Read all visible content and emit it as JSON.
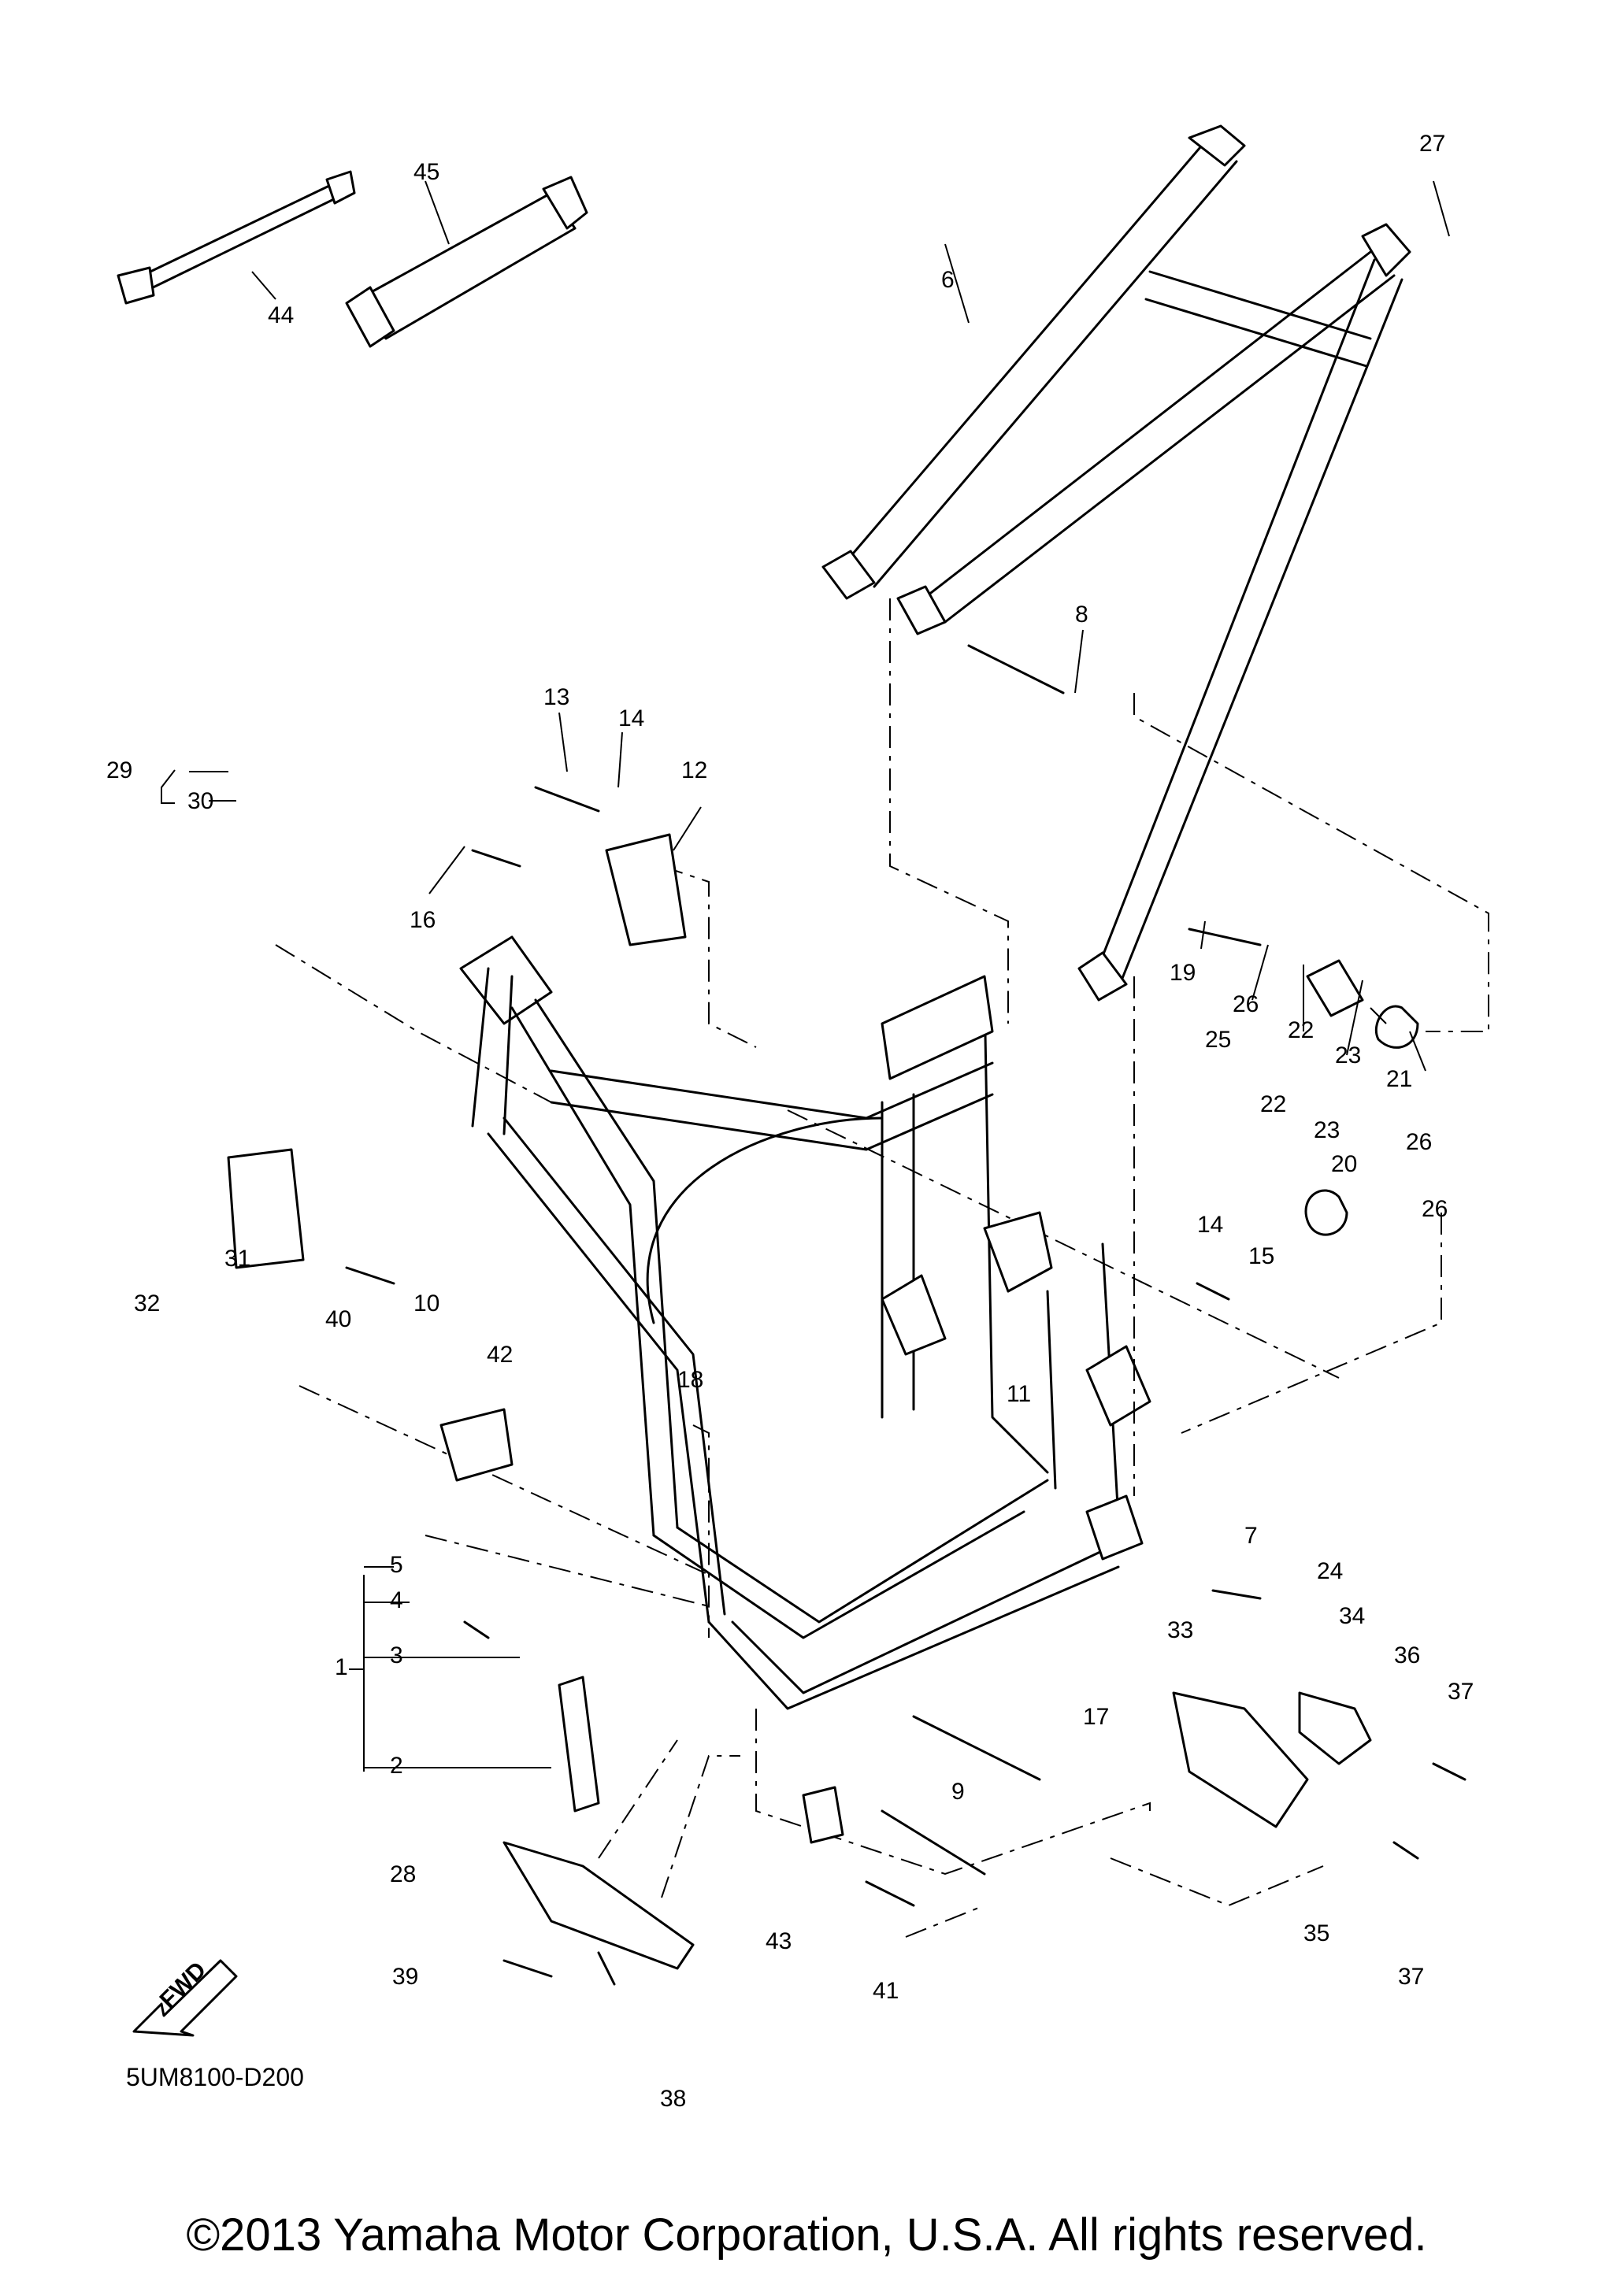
{
  "drawing_code": "5UM8100-D200",
  "copyright": "©2013 Yamaha Motor Corporation, U.S.A. All rights reserved.",
  "fwd_label": "FWD",
  "callouts": [
    "1",
    "2",
    "3",
    "4",
    "5",
    "6",
    "7",
    "8",
    "9",
    "10",
    "11",
    "12",
    "13",
    "14",
    "14",
    "15",
    "16",
    "17",
    "18",
    "19",
    "20",
    "21",
    "22",
    "22",
    "23",
    "23",
    "24",
    "25",
    "26",
    "26",
    "26",
    "27",
    "28",
    "29",
    "30",
    "31",
    "32",
    "33",
    "34",
    "35",
    "36",
    "37",
    "37",
    "38",
    "39",
    "40",
    "41",
    "42",
    "43",
    "44",
    "45"
  ]
}
